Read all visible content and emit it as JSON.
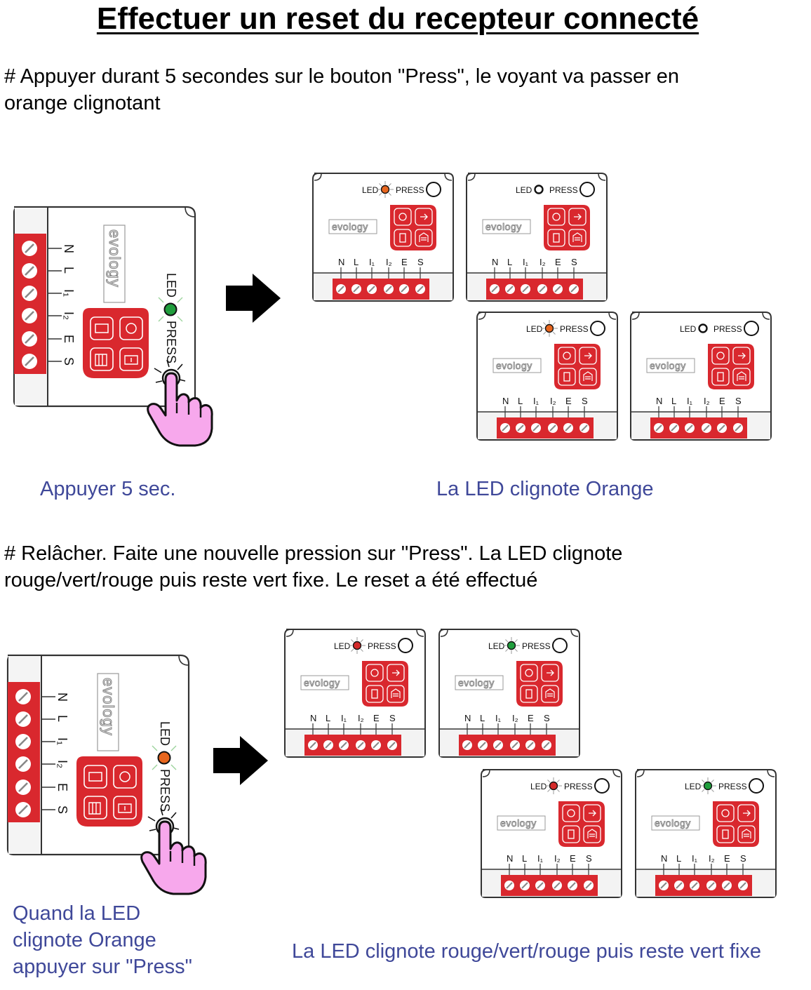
{
  "title": "Effectuer un reset du recepteur connecté",
  "step1": {
    "instruction_line1": "# Appuyer durant 5 secondes sur le bouton \"Press\", le voyant va passer en",
    "instruction_line2": "orange clignotant",
    "caption_left": "Appuyer 5 sec.",
    "caption_right": "La LED clignote Orange",
    "main_led_color": "#1f9e3c",
    "sequence_led_colors": [
      "#e8661e",
      "#222222",
      "#e8661e",
      "#222222"
    ]
  },
  "step2": {
    "instruction_line1": "# Relâcher. Faite une nouvelle pression sur \"Press\". La LED clignote",
    "instruction_line2": "rouge/vert/rouge puis reste vert fixe. Le reset a été effectué",
    "caption_left_line1": "Quand la LED",
    "caption_left_line2": "clignote Orange",
    "caption_left_line3": "appuyer sur \"Press\"",
    "caption_right": "La LED clignote rouge/vert/rouge puis reste vert fixe",
    "main_led_color": "#e8661e",
    "sequence_led_colors": [
      "#d42a2a",
      "#1f9e3c",
      "#d42a2a",
      "#1f9e3c"
    ]
  },
  "device": {
    "led_label": "LED",
    "press_label": "PRESS",
    "logo": "evology",
    "terminals": [
      "N",
      "L",
      "I1",
      "I2",
      "E",
      "S"
    ]
  },
  "colors": {
    "caption": "#3f4899",
    "red_panel": "#d9282e",
    "finger": "#f7a8ec"
  }
}
